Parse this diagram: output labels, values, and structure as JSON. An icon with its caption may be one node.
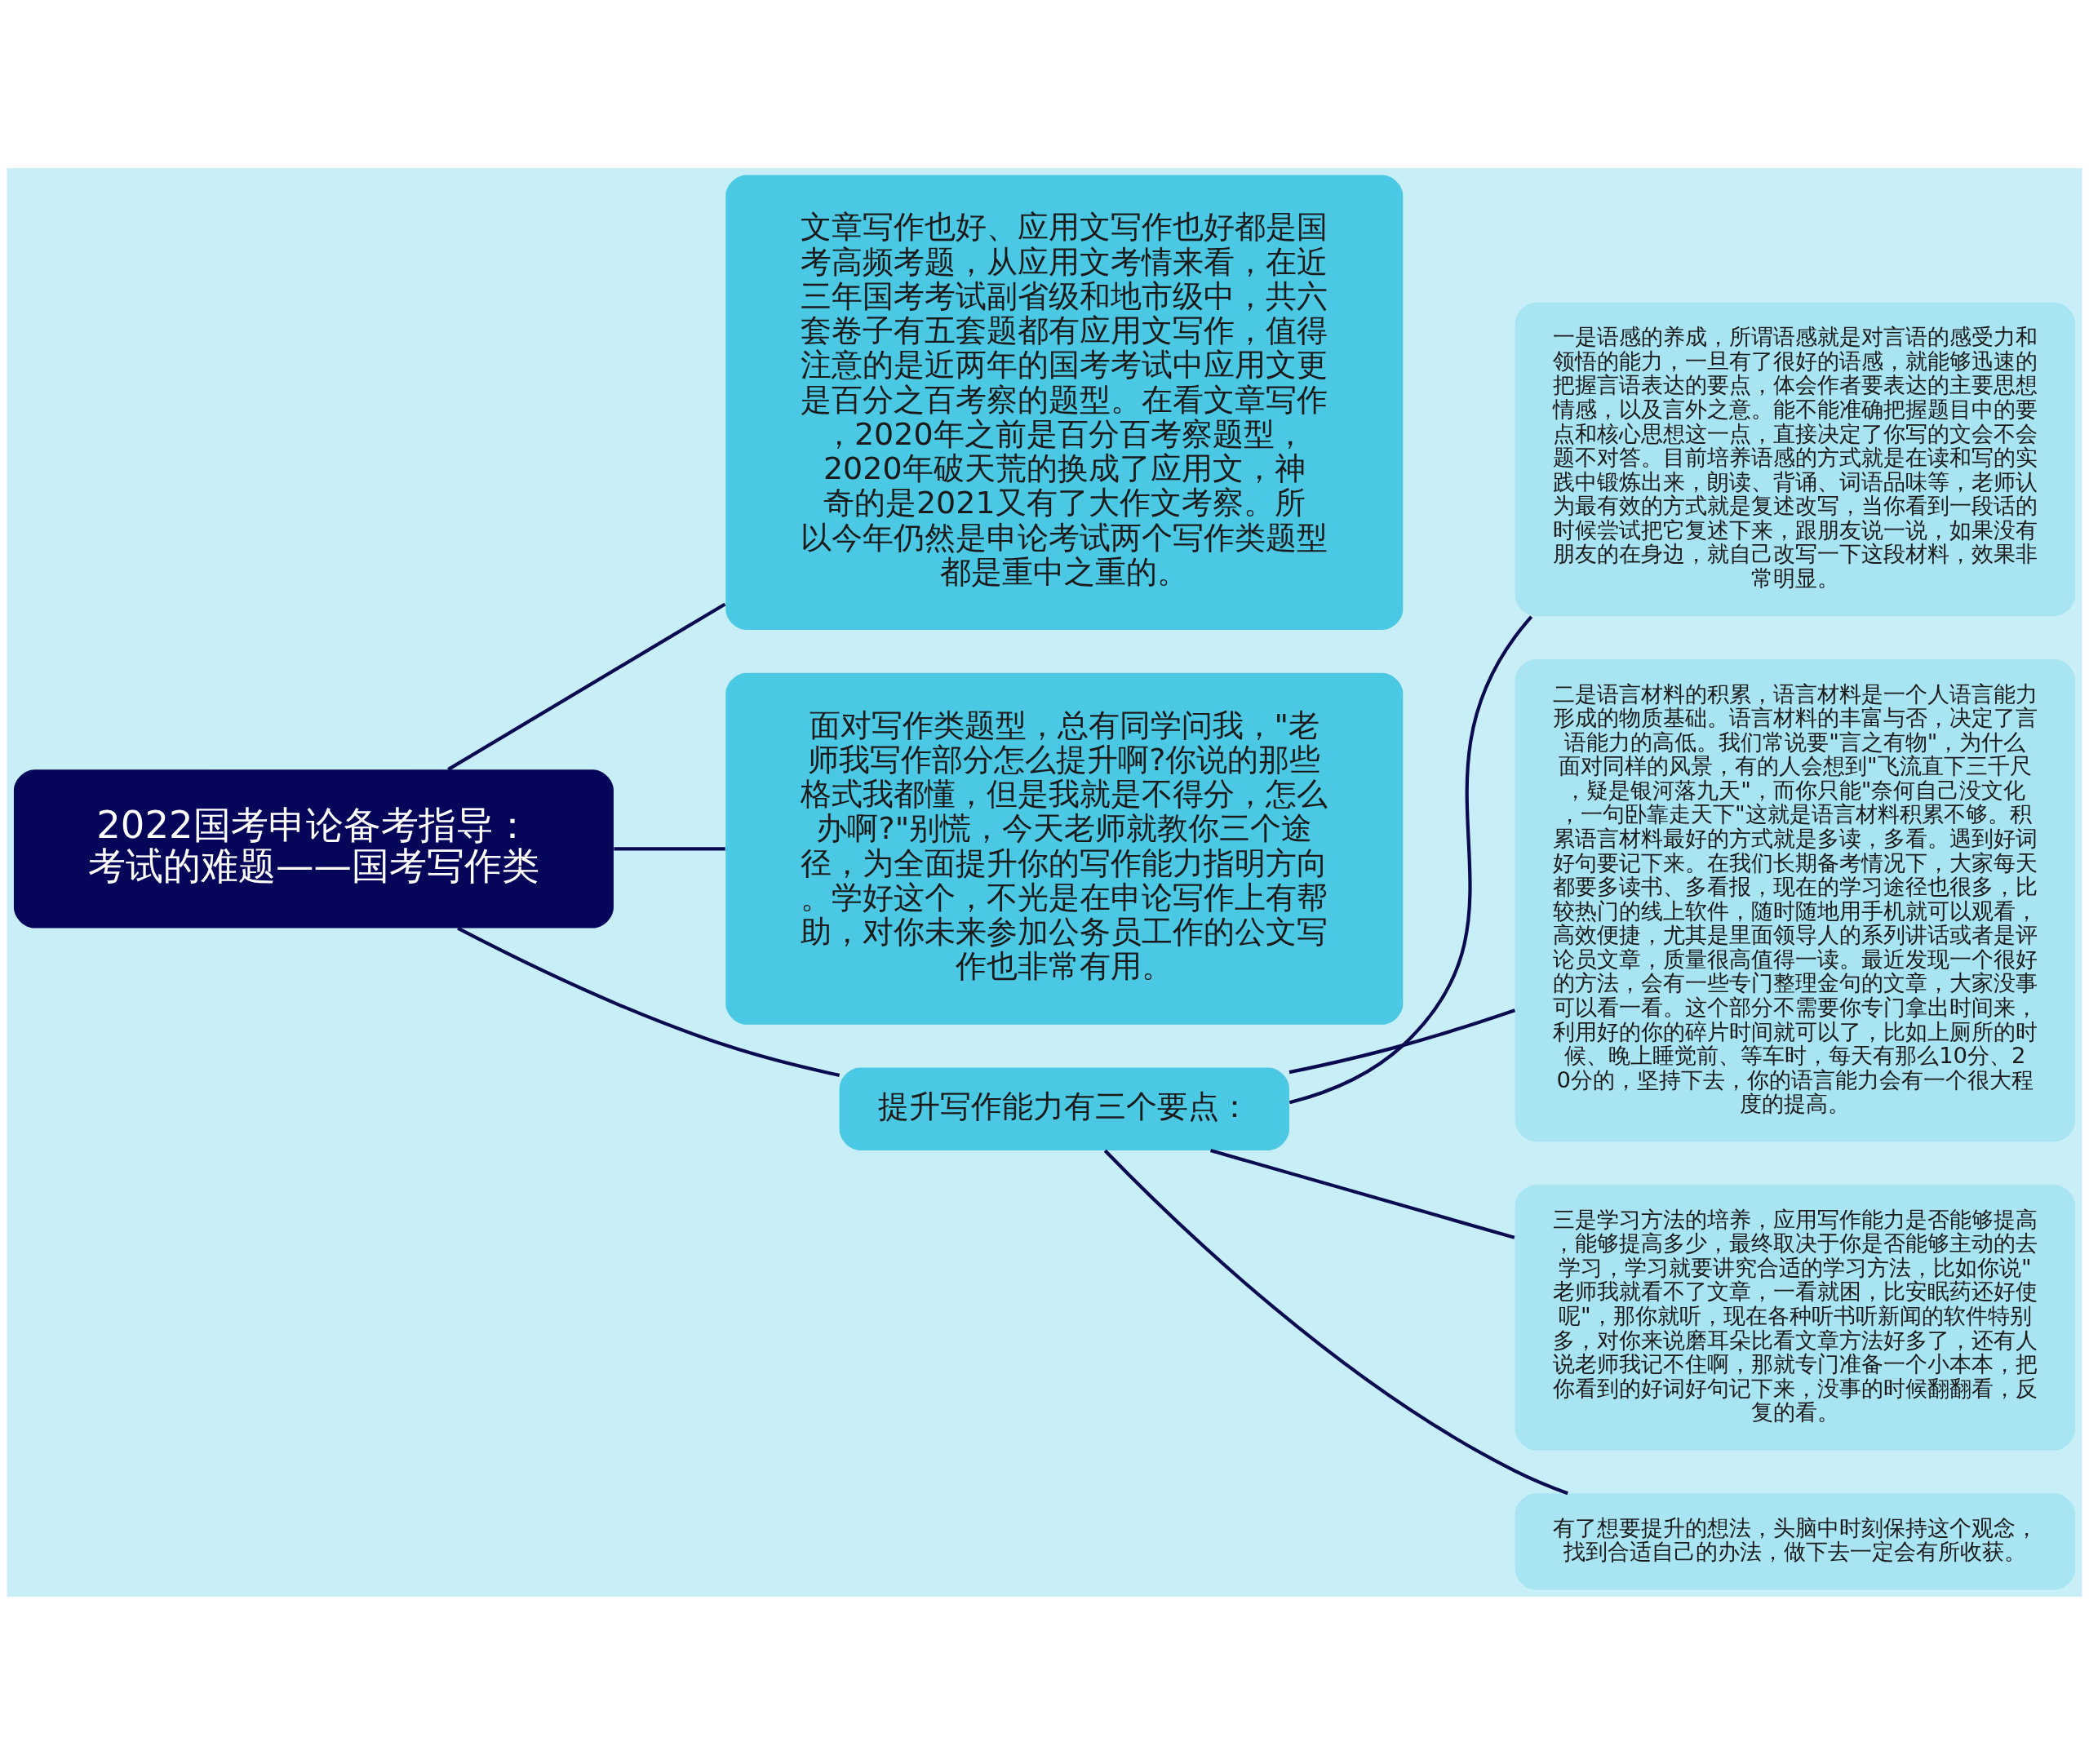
{
  "diagram": {
    "nodes": [
      {
        "text": [
          "2022国考申论备考指导：考试的难题——国考写作类"
        ]
      },
      {
        "text": [
          "文章写作也好、应用文写作也好都是国考高频考题，从应用文考情来看，在近三年国考考试副省级和地市级中，共六套卷子有五套题都有应用文写作，值得注意的是近两年的国考考试中应用文更是百分之百考察的题型。在看文章写作，2020年之前是百分百考察题型，2020年破天荒的换成了应用文，神奇的是2021又有了大作文考察。所以今年仍然是申论考试两个写作类题型都是重中之重的。"
        ]
      },
      {
        "text": [
          "面对写作类题型，总有同学问我，\"老师我写作部分怎么提升啊?你说的那些格式我都懂，但是我就是不得分，怎么办啊?\"别慌，今天老师就教你三个途径，为全面提升你的写作能力指明方向。学好这个，不光是在申论写作上有帮助，对你未来参加公务员工作的公文写作也非常有用。"
        ]
      },
      {
        "text": [
          "提升写作能力有三个要点："
        ]
      },
      {
        "text": [
          "一是语感的养成，所谓语感就是对言语的感受力和领悟的能力，一旦有了很好的语感，就能够迅速的把握言语表达的要点，体会作者要表达的主要思想情感，以及言外之意。能不能准确把握题目中的要点和核心思想这一点，直接决定了你写的文会不会题不对答。目前培养语感的方式就是在读和写的实践中锻炼出来，朗读、背诵、词语品味等，老师认为最有效的方式就是复述改写，当你看到一段话的时候尝试把它复述下来，跟朋友说一说，如果没有朋友的在身边，就自己改写一下这段材料，效果非常明显。"
        ]
      },
      {
        "text": [
          "二是语言材料的积累，语言材料是一个人语言能力形成的物质基础。语言材料的丰富与否，决定了言语能力的高低。我们常说要\"言之有物\"，为什么面对同样的风景，有的人会想到\"飞流直下三千尺，疑是银河落九天\"，而你只能\"奈何自己没文化，一句卧靠走天下\"这就是语言材料积累不够。积累语言材料最好的方式就是多读，多看。遇到好词好句要记下来。在我们长期备考情况下，大家每天都要多读书、多看报，现在的学习途径也很多，比较热门的线上软件，随时随地用手机就可以观看，高效便捷，尤其是里面领导人的系列讲话或者是评论员文章，质量很高值得一读。最近发现一个很好的方法，会有一些专门整理金句的文章，大家没事可以看一看。这个部分不需要你专门拿出时间来，利用好的你的碎片时间就可以了，比如上厕所的时候、晚上睡觉前、等车时，每天有那么10分、20分的，坚持下去，你的语言能力会有一个很大程度的提高。"
        ]
      },
      {
        "text": [
          "三是学习方法的培养，应用写作能力是否能够提高，能够提高多少，最终取决于你是否能够主动的去学习，学习就要讲究合适的学习方法，比如你说\"老师我就看不了文章，一看就困，比安眠药还好使呢\"，那你就听，现在各种听书听新闻的软件特别多，对你来说磨耳朵比看文章方法好多了，还有人说老师我记不住啊，那就专门准备一个小本本，把你看到的好词好句记下来，没事的时候翻翻看，反复的看。"
        ]
      },
      {
        "text": [
          "有了想要提升的想法，头脑中时刻保持这个观念，找到合适自己的办法，做下去一定会有所收获。"
        ]
      }
    ],
    "edges": [
      {
        "from": 0,
        "to": 1,
        "arrow": "none"
      },
      {
        "from": 0,
        "to": 2,
        "arrow": "none"
      },
      {
        "from": 0,
        "to": 3,
        "arrow": "none"
      },
      {
        "from": 3,
        "to": 4,
        "arrow": "none"
      },
      {
        "from": 3,
        "to": 5,
        "arrow": "none"
      },
      {
        "from": 3,
        "to": 6,
        "arrow": "none"
      },
      {
        "from": 3,
        "to": 7,
        "arrow": "none"
      }
    ]
  }
}
